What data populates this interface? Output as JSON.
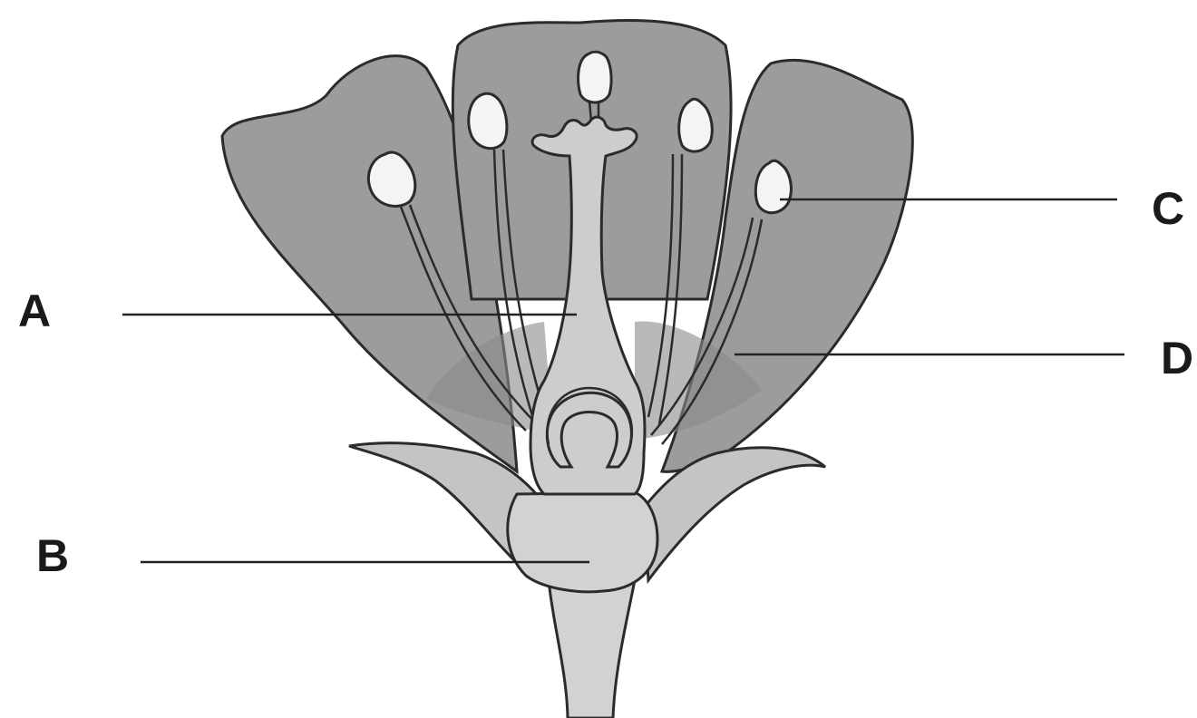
{
  "labels": {
    "a": "A",
    "b": "B",
    "c": "C",
    "d": "D"
  },
  "colors": {
    "petal": "#9c9c9c",
    "petal_shadow": "#8a8a8a",
    "outline": "#2b2b2b",
    "pistil": "#cdcdcd",
    "receptacle": "#d2d2d2",
    "sepal": "#c4c4c4",
    "anther": "#f4f4f4",
    "leader_line": "#222222"
  },
  "icons": {
    "flower": "flower-diagram-icon"
  }
}
